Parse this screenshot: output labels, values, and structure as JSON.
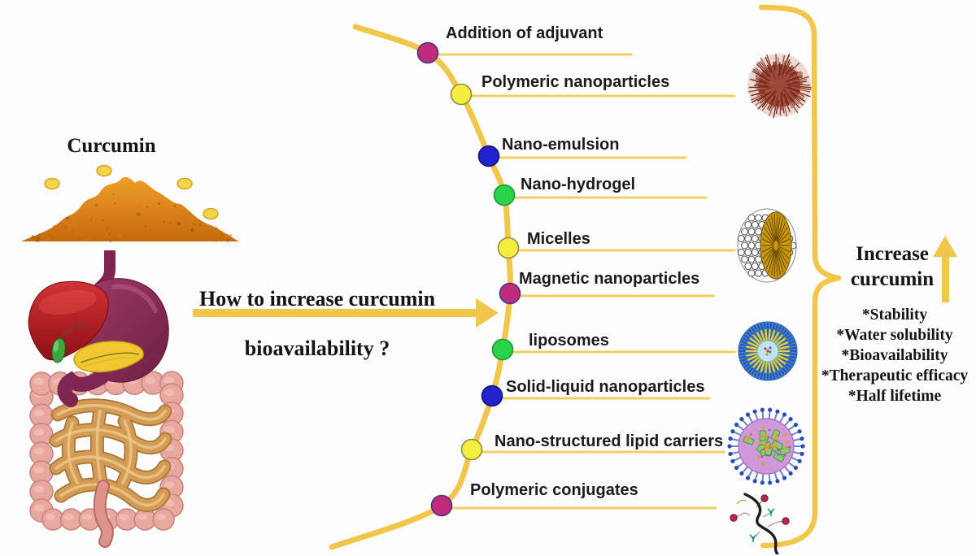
{
  "figure": {
    "curcumin_label": "Curcumin",
    "question": {
      "line1": "How to increase curcumin",
      "line2": "bioavailability ?"
    },
    "strategies": [
      {
        "label": "Addition of adjuvant",
        "dot_color": "#BE2B7D",
        "dot_stroke": "#45357F"
      },
      {
        "label": "Polymeric nanoparticles",
        "dot_color": "#F6EE3E",
        "dot_stroke": "#8C8C4A"
      },
      {
        "label": "Nano-emulsion",
        "dot_color": "#2222CC",
        "dot_stroke": "#14147A"
      },
      {
        "label": "Nano-hydrogel",
        "dot_color": "#2BD24B",
        "dot_stroke": "#189A34"
      },
      {
        "label": "Micelles",
        "dot_color": "#F6EE3E",
        "dot_stroke": "#8C8C4A"
      },
      {
        "label": "Magnetic nanoparticles",
        "dot_color": "#BE2B7D",
        "dot_stroke": "#45357F"
      },
      {
        "label": "liposomes",
        "dot_color": "#2BD24B",
        "dot_stroke": "#189A34"
      },
      {
        "label": "Solid-liquid nanoparticles",
        "dot_color": "#2222CC",
        "dot_stroke": "#14147A"
      },
      {
        "label": "Nano-structured lipid carriers",
        "dot_color": "#F6EE3E",
        "dot_stroke": "#8C8C4A"
      },
      {
        "label": "Polymeric conjugates",
        "dot_color": "#BE2B7D",
        "dot_stroke": "#45357F"
      }
    ],
    "outcome": {
      "line1": "Increase",
      "line2": "curcumin",
      "benefits": [
        "*Stability",
        "*Water solubility",
        "*Bioavailability",
        "*Therapeutic efficacy",
        "*Half lifetime"
      ]
    },
    "icons": {
      "powder": "curcumin-powder",
      "organs": "digestive-system",
      "polymeric_nanoparticle": "spiky-polymeric-nanoparticle",
      "micelle": "micelle-cutaway",
      "liposome": "liposome-cutaway",
      "lipid_carrier": "nano-structured-lipid-carrier",
      "conjugate": "polymer-conjugate-chain"
    },
    "accent_color": "#F2C64B"
  }
}
